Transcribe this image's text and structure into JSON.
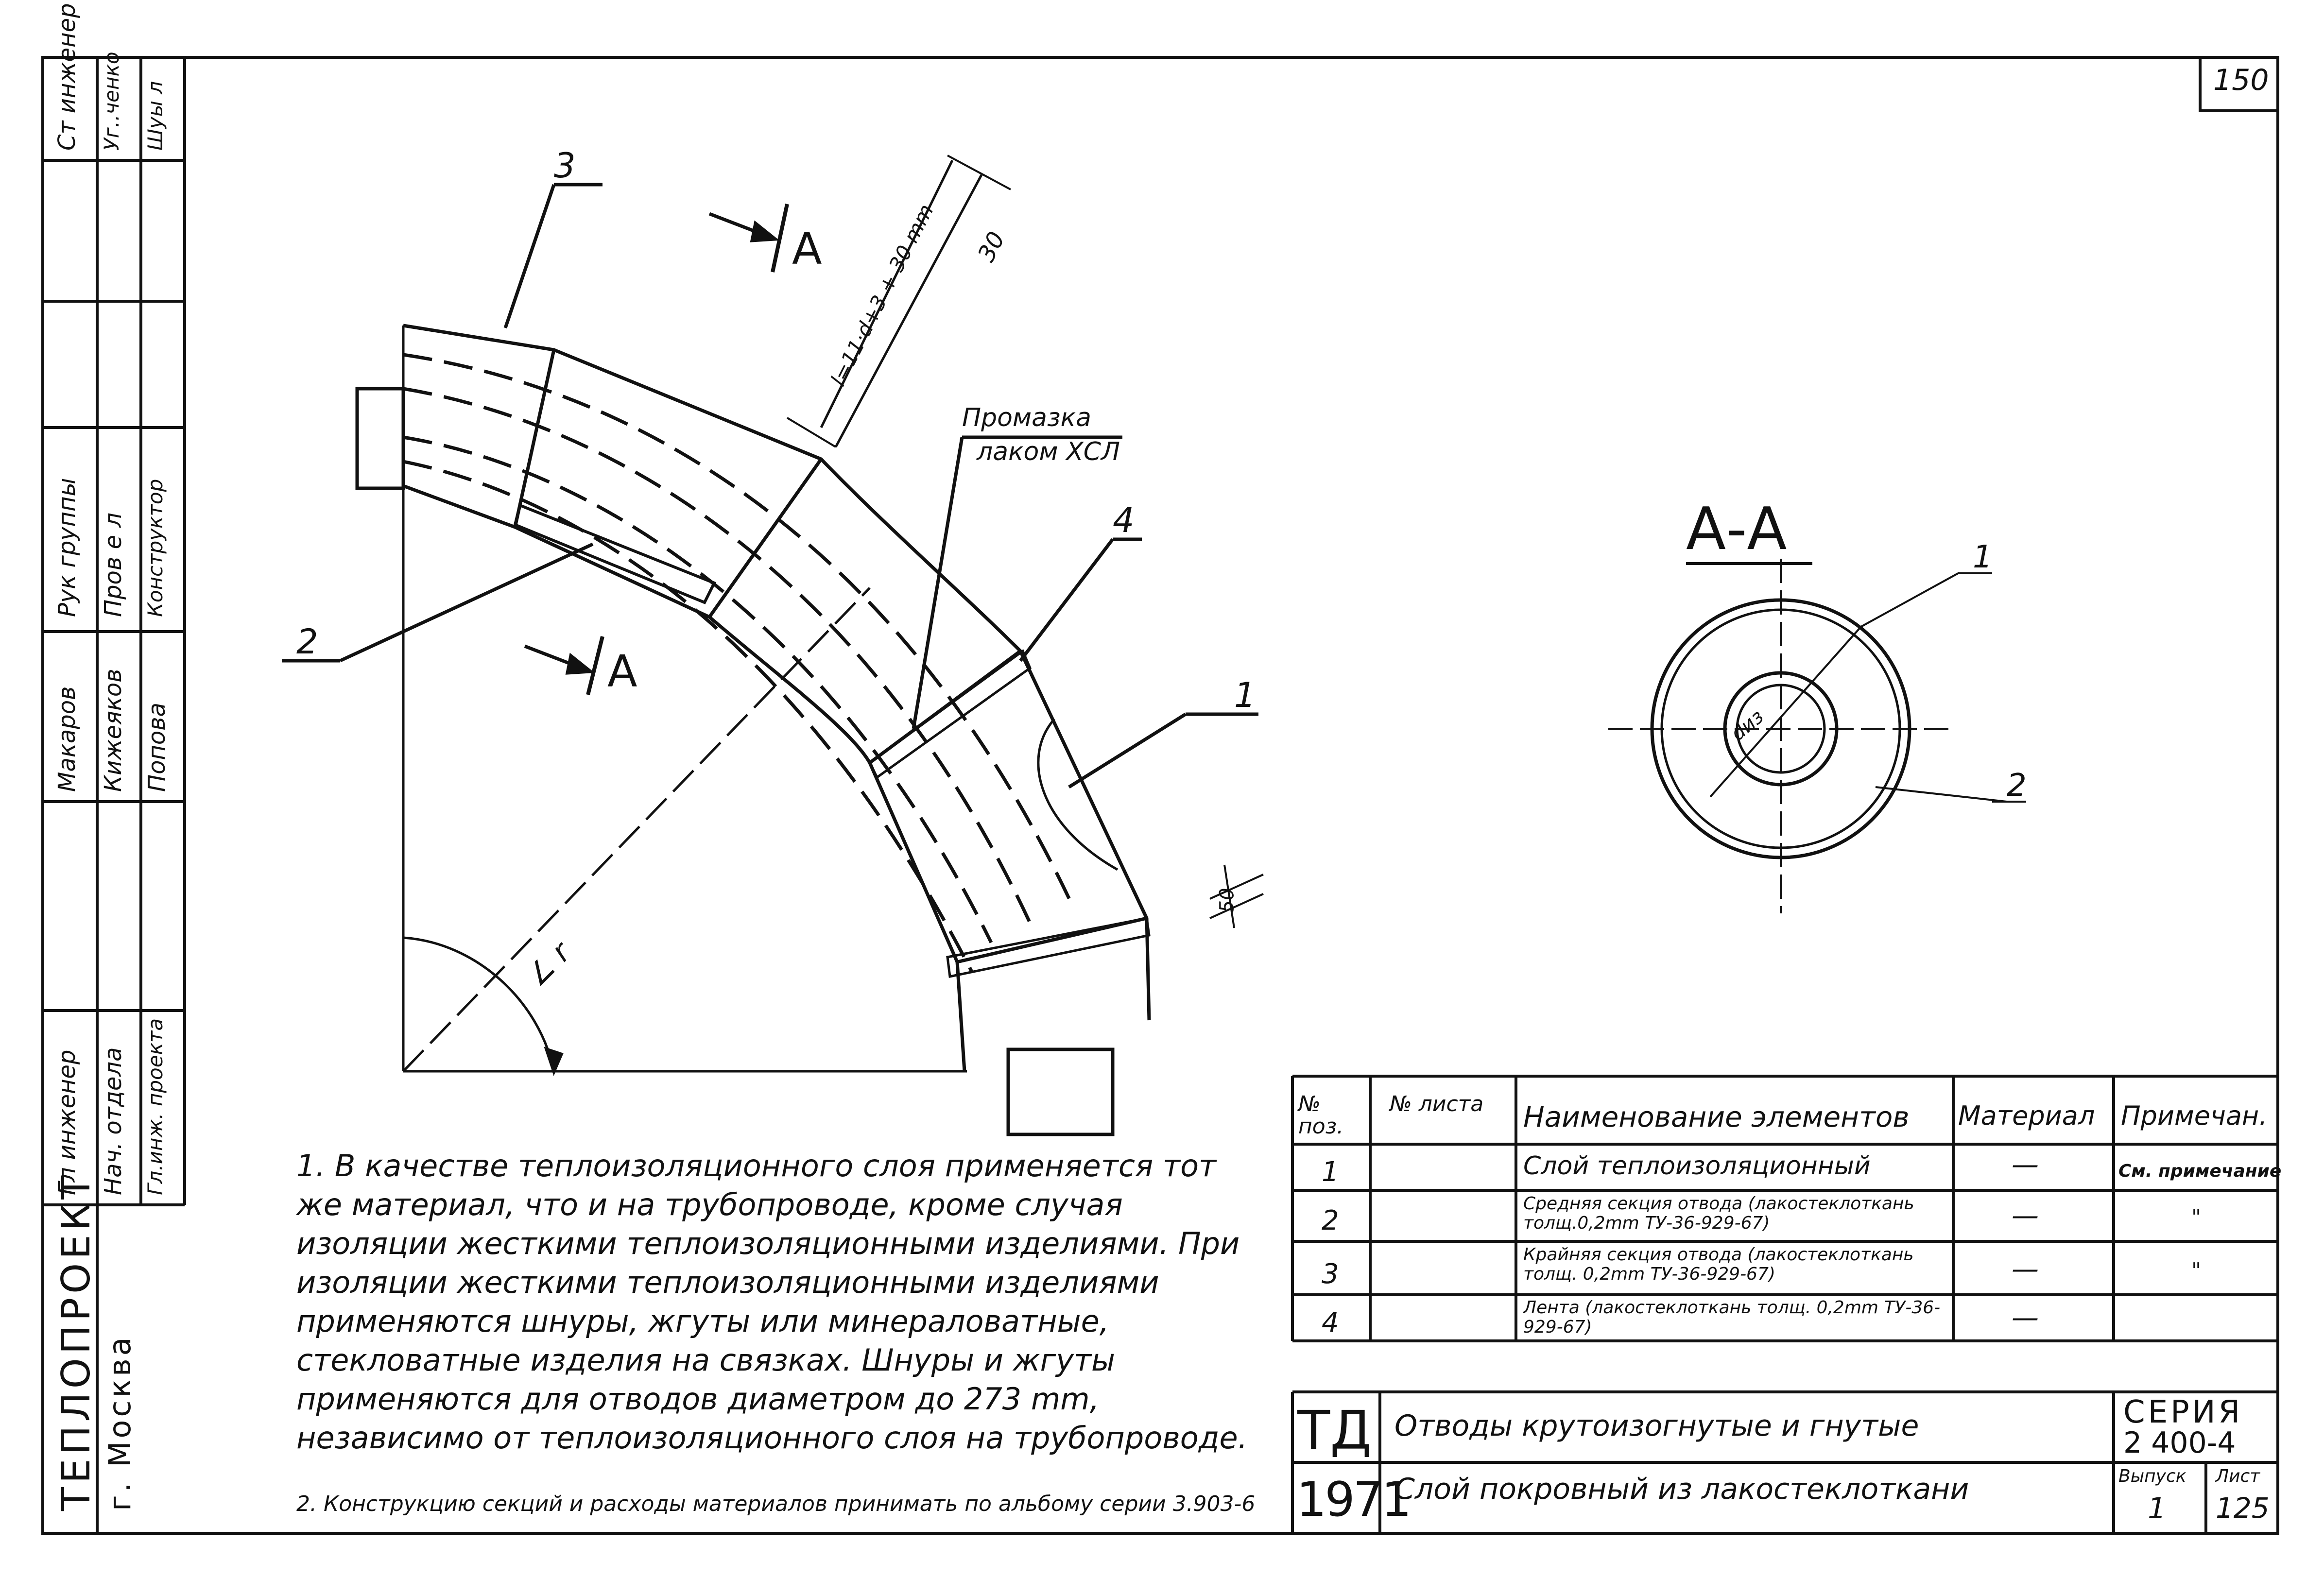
{
  "page_number": "150",
  "side_stamp": {
    "org_line1": "ТЕПЛОПРОЕКТ",
    "org_line2": "г. Москва",
    "roles": [
      "Гл инженер",
      "Нач. отдела",
      "Гл.инж. проекта",
      "Рук группы",
      "Пров е л",
      "Конструктор",
      "Ст инженер",
      "Уг..ченко",
      "Шуы л"
    ],
    "names": [
      "Макаров",
      "Кижеяков",
      "Попова"
    ]
  },
  "drawing": {
    "section_mark": "А",
    "section_title": "А-А",
    "leaders": {
      "p1": "1",
      "p2": "2",
      "p3": "3",
      "p4": "4",
      "pA1": "1",
      "pA2": "2"
    },
    "dim_length": "l=11·d+3 + 30 mm",
    "dim_30": "30",
    "dim_50": "50",
    "angle_label": "∠ r",
    "diam_label": "dиз",
    "coat_note_line1": "Промазка",
    "coat_note_line2": "лаком ХСЛ"
  },
  "spec_table": {
    "headers": [
      "№ поз.",
      "№ листа",
      "Наименование элементов",
      "Материал",
      "Примечан."
    ],
    "rows": [
      {
        "pos": "1",
        "sheet": "",
        "name": "Слой теплоизоляционный",
        "material": "—",
        "note": "См. примечание"
      },
      {
        "pos": "2",
        "sheet": "",
        "name": "Средняя секция отвода (лакостеклоткань толщ.0,2mm ТУ-36-929-67)",
        "material": "—",
        "note": "\""
      },
      {
        "pos": "3",
        "sheet": "",
        "name": "Крайняя секция отвода (лакостеклоткань толщ. 0,2mm ТУ-36-929-67)",
        "material": "—",
        "note": "\""
      },
      {
        "pos": "4",
        "sheet": "",
        "name": "Лента (лакостеклоткань толщ. 0,2mm ТУ-36-929-67)",
        "material": "—",
        "note": ""
      }
    ]
  },
  "notes": {
    "n1": "1. В качестве теплоизоляционного слоя применяется тот же материал, что и на трубопроводе, кроме случая изоляции жесткими теплоизоляционными изделиями. При изоляции жесткими теплоизоляционными изделиями применяются шнуры, жгуты или минераловатные, стекловатные изделия на связках. Шнуры и жгуты применяются для отводов диаметром до 273 mm, независимо от теплоизоляционного слоя на трубопроводе.",
    "n2": "2. Конструкцию секций и расходы материалов принимать по альбому серии 3.903-6"
  },
  "title_block": {
    "td": "ТД",
    "year": "1971",
    "title1": "Отводы крутоизогнутые и гнутые",
    "title2": "Слой покровный из лакостеклоткани",
    "series_label": "СЕРИЯ",
    "series_value": "2 400-4",
    "issue_label": "Выпуск",
    "issue_value": "1",
    "sheet_label": "Лист",
    "sheet_value": "125"
  }
}
